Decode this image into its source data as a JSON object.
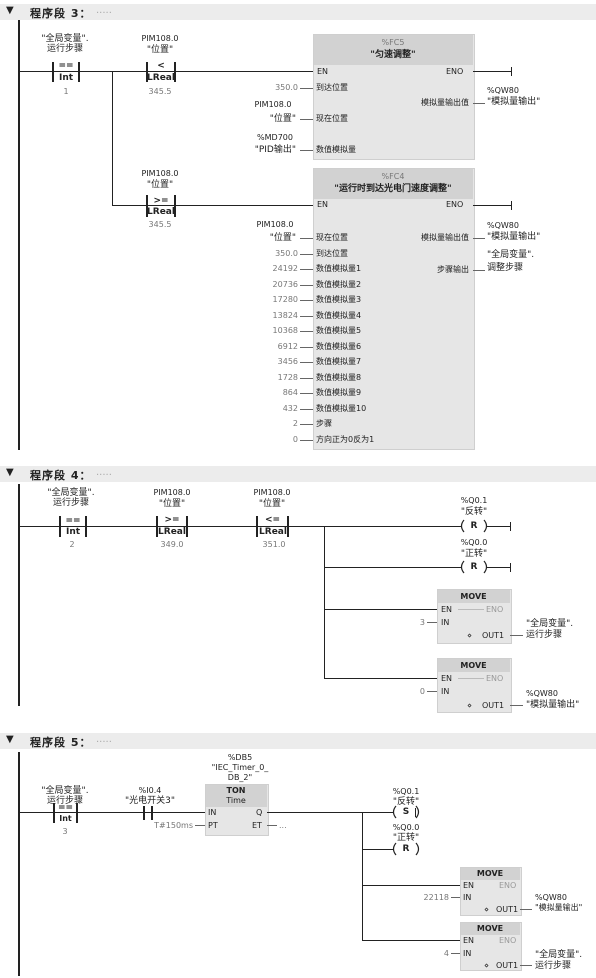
{
  "networks": [
    {
      "title": "程序段 3：",
      "comment": "....."
    },
    {
      "title": "程序段 4：",
      "comment": "....."
    },
    {
      "title": "程序段 5：",
      "comment": "....."
    }
  ],
  "common": {
    "var_step_1": "\"全局变量\".",
    "var_step_2": "运行步骤",
    "pos_addr": "PIM108.0",
    "pos_name": "\"位置\"",
    "qw80_addr": "%QW80",
    "qw80_name": "\"模拟量输出\"",
    "op_eq": "==",
    "op_lt": "<",
    "op_ge": ">=",
    "op_le": "<=",
    "type_int": "Int",
    "type_lreal": "LReal",
    "en": "EN",
    "eno": "ENO",
    "in": "IN",
    "out1": "OUT1",
    "move": "MOVE",
    "out_icon": "⋄"
  },
  "n3": {
    "cmp_int_val": "1",
    "cmp_lreal_val": "345.5",
    "fc5_num": "%FC5",
    "fc5_name": "\"匀速调整\"",
    "fc5_in1_val": "350.0",
    "fc5_in1_lbl": "到达位置",
    "fc5_in2_lbl": "现在位置",
    "fc5_in3_addr": "%MD700",
    "fc5_in3_name": "\"PID输出\"",
    "fc5_in3_lbl": "数值模拟量",
    "fc5_out_lbl": "模拟量输出值",
    "fc4_num": "%FC4",
    "fc4_name": "\"运行时到达光电门速度调整\"",
    "fc4_inputs": [
      {
        "value": "",
        "label": "现在位置"
      },
      {
        "value": "350.0",
        "label": "到达位置"
      },
      {
        "value": "24192",
        "label": "数值模拟量1"
      },
      {
        "value": "20736",
        "label": "数值模拟量2"
      },
      {
        "value": "17280",
        "label": "数值模拟量3"
      },
      {
        "value": "13824",
        "label": "数值模拟量4"
      },
      {
        "value": "10368",
        "label": "数值模拟量5"
      },
      {
        "value": "6912",
        "label": "数值模拟量6"
      },
      {
        "value": "3456",
        "label": "数值模拟量7"
      },
      {
        "value": "1728",
        "label": "数值模拟量8"
      },
      {
        "value": "864",
        "label": "数值模拟量9"
      },
      {
        "value": "432",
        "label": "数值模拟量10"
      },
      {
        "value": "2",
        "label": "步骤"
      },
      {
        "value": "0",
        "label": "方向正为0反为1"
      }
    ],
    "fc4_out1_lbl": "模拟量输出值",
    "fc4_out2_lbl": "步骤输出",
    "fc4_out2_name1": "\"全局变量\".",
    "fc4_out2_name2": "调整步骤"
  },
  "n4": {
    "cmp_int_val": "2",
    "cmp2_val": "349.0",
    "cmp3_val": "351.0",
    "coil1_addr": "%Q0.1",
    "coil1_name": "\"反转\"",
    "coil2_addr": "%Q0.0",
    "coil2_name": "\"正转\"",
    "coil_reset": "R",
    "move1_in": "3",
    "move2_in": "0"
  },
  "n5": {
    "cmp_int_val": "3",
    "contact_addr": "%I0.4",
    "contact_name": "\"光电开关3\"",
    "db_addr": "%DB5",
    "db_name_1": "\"IEC_Timer_0_",
    "db_name_2": "DB_2\"",
    "ton": "TON",
    "time": "Time",
    "q": "Q",
    "pt": "PT",
    "et": "ET",
    "pt_val": "T#150ms",
    "et_val": "...",
    "coil1_addr": "%Q0.1",
    "coil1_name": "\"反转\"",
    "coil1_set": "S",
    "coil2_addr": "%Q0.0",
    "coil2_name": "\"正转\"",
    "coil2_reset": "R",
    "move1_in": "22118",
    "move2_in": "4"
  }
}
